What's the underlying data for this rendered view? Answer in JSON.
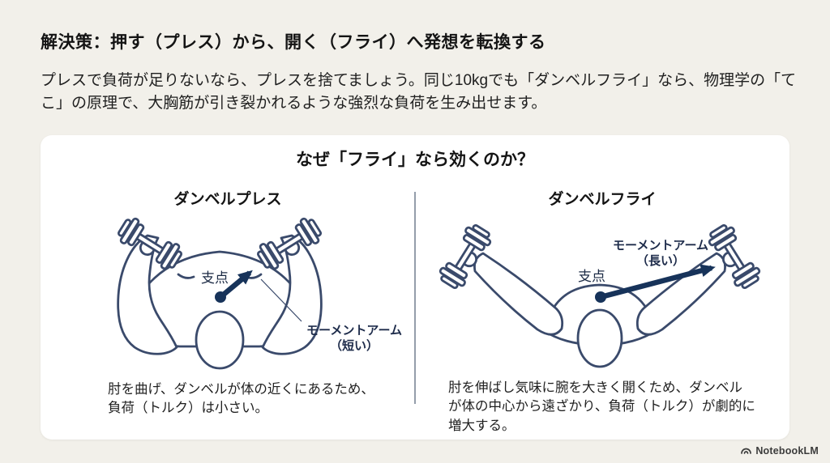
{
  "slide": {
    "title": "解決策：押す（プレス）から、開く（フライ）へ発想を転換する",
    "description": "プレスで負荷が足りないなら、プレスを捨てましょう。同じ10kgでも「ダンベルフライ」なら、物理学の「てこ」の原理で、大胸筋が引き裂かれるような強烈な負荷を生み出せます。"
  },
  "card": {
    "title": "なぜ「フライ」なら効くのか？",
    "press": {
      "heading": "ダンベルプレス",
      "fulcrum_label": "支点",
      "moment_arm_line1": "モーメントアーム",
      "moment_arm_line2": "（短い）",
      "caption_line1": "肘を曲げ、ダンベルが体の近くにあるため、",
      "caption_line2": "負荷（トルク）は小さい。"
    },
    "fly": {
      "heading": "ダンベルフライ",
      "fulcrum_label": "支点",
      "moment_arm_line1": "モーメントアーム",
      "moment_arm_line2": "（長い）",
      "caption_line1": "肘を伸ばし気味に腕を大きく開くため、ダンベル",
      "caption_line2": "が体の中心から遠ざかり、負荷（トルク）が劇的に",
      "caption_line3": "増大する。"
    }
  },
  "footer": {
    "brand": "NotebookLM"
  },
  "icons": {
    "brand_logo": "notebooklm-arc-icon"
  },
  "colors": {
    "background": "#f2f0ea",
    "card": "#ffffff",
    "heading_text": "#141414",
    "body_text": "#202020",
    "line_art": "#3a4a6b",
    "arrow": "#17335a",
    "divider": "#949dab",
    "brand_text": "#3c3c3c"
  }
}
